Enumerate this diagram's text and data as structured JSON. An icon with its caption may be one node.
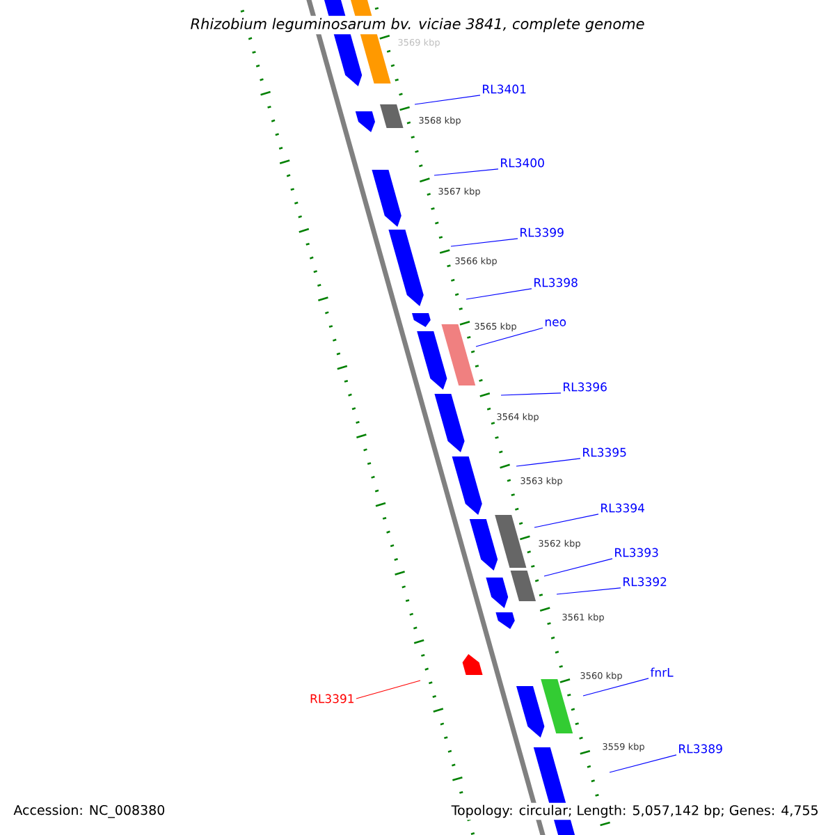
{
  "diagram": {
    "title": "Rhizobium leguminosarum bv. viciae 3841, complete genome",
    "nodes": [
      {
        "text": [
          "RL3401"
        ]
      },
      {
        "text": [
          "RL3400"
        ]
      },
      {
        "text": [
          "RL3399"
        ]
      },
      {
        "text": [
          "RL3398"
        ]
      },
      {
        "text": [
          "neo"
        ]
      },
      {
        "text": [
          "RL3396"
        ]
      },
      {
        "text": [
          "RL3395"
        ]
      },
      {
        "text": [
          "RL3394"
        ]
      },
      {
        "text": [
          "RL3393"
        ]
      },
      {
        "text": [
          "RL3392"
        ]
      },
      {
        "text": [
          "fnrL"
        ]
      },
      {
        "text": [
          "RL3391"
        ]
      },
      {
        "text": [
          "RL3389"
        ]
      }
    ],
    "edges": [
      {
        "from": 0,
        "to": null,
        "arrow": "none"
      },
      {
        "from": 1,
        "to": null,
        "arrow": "none"
      },
      {
        "from": 2,
        "to": null,
        "arrow": "none"
      },
      {
        "from": 3,
        "to": null,
        "arrow": "none"
      },
      {
        "from": 4,
        "to": null,
        "arrow": "none"
      },
      {
        "from": 5,
        "to": null,
        "arrow": "none"
      },
      {
        "from": 6,
        "to": null,
        "arrow": "none"
      },
      {
        "from": 7,
        "to": null,
        "arrow": "none"
      },
      {
        "from": 8,
        "to": null,
        "arrow": "none"
      },
      {
        "from": 9,
        "to": null,
        "arrow": "none"
      },
      {
        "from": 10,
        "to": null,
        "arrow": "none"
      },
      {
        "from": 11,
        "to": null,
        "arrow": "none",
        "color": "#ff0000"
      },
      {
        "from": 12,
        "to": null,
        "arrow": "none"
      }
    ],
    "labels": [
      "3569 kbp",
      "3568 kbp",
      "3567 kbp",
      "3566 kbp",
      "3565 kbp",
      "3564 kbp",
      "3563 kbp",
      "3562 kbp",
      "3561 kbp",
      "3560 kbp",
      "3559 kbp",
      "Accession: NC_008380",
      "Topology: circular; Length: 5,057,142 bp; Genes: 4,755"
    ]
  }
}
